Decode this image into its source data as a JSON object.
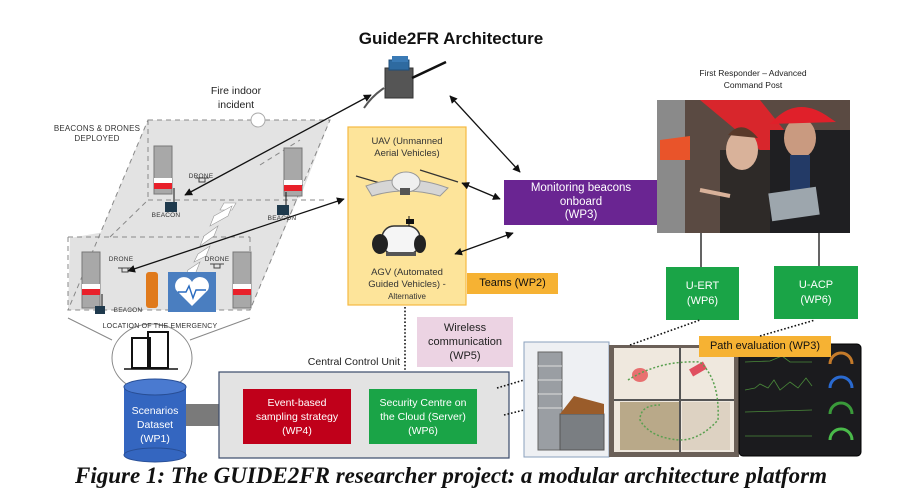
{
  "title": "Guide2FR Architecture",
  "caption": "Figure 1: The GUIDE2FR researcher project: a modular architecture platform",
  "incident": {
    "label_line1": "Fire indoor",
    "label_line2": "incident",
    "beacons_drones_line1": "BEACONS & DRONES",
    "beacons_drones_line2": "DEPLOYED",
    "location_label": "LOCATION OF THE EMERGENCY",
    "beacon_label": "BEACON",
    "drone_label": "DRONE"
  },
  "vehicles": {
    "uav_line1": "UAV (Unmanned",
    "uav_line2": "Aerial Vehicles)",
    "agv_line1": "AGV (Automated",
    "agv_line2": "Guided Vehicles) -",
    "agv_line3": "Alternative"
  },
  "boxes": {
    "monitoring_line1": "Monitoring beacons",
    "monitoring_line2": "onboard",
    "monitoring_line3": "(WP3)",
    "teams": "Teams (WP2)",
    "wireless_line1": "Wireless",
    "wireless_line2": "communication",
    "wireless_line3": "(WP5)",
    "uert_line1": "U-ERT",
    "uert_line2": "(WP6)",
    "uacp_line1": "U-ACP",
    "uacp_line2": "(WP6)",
    "path_eval": "Path evaluation (WP3)",
    "central_control": "Central Control Unit",
    "event_line1": "Event-based",
    "event_line2": "sampling strategy",
    "event_line3": "(WP4)",
    "security_line1": "Security Centre on",
    "security_line2": "the Cloud (Server)",
    "security_line3": "(WP6)",
    "dataset_line1": "Scenarios",
    "dataset_line2": "Dataset",
    "dataset_line3": "(WP1)"
  },
  "command_post": {
    "label_line1": "First Responder – Advanced",
    "label_line2": "Command Post"
  },
  "colors": {
    "purple": "#6a2592",
    "yellow_panel": "#fde49a",
    "yellow_border": "#f5b942",
    "orange": "#f6b233",
    "pink": "#ecd3e3",
    "green": "#1aa447",
    "red": "#c0001a",
    "blue_cylinder": "#3466c0",
    "control_bg": "#e3e3e3",
    "control_border": "#3a4a6a"
  }
}
